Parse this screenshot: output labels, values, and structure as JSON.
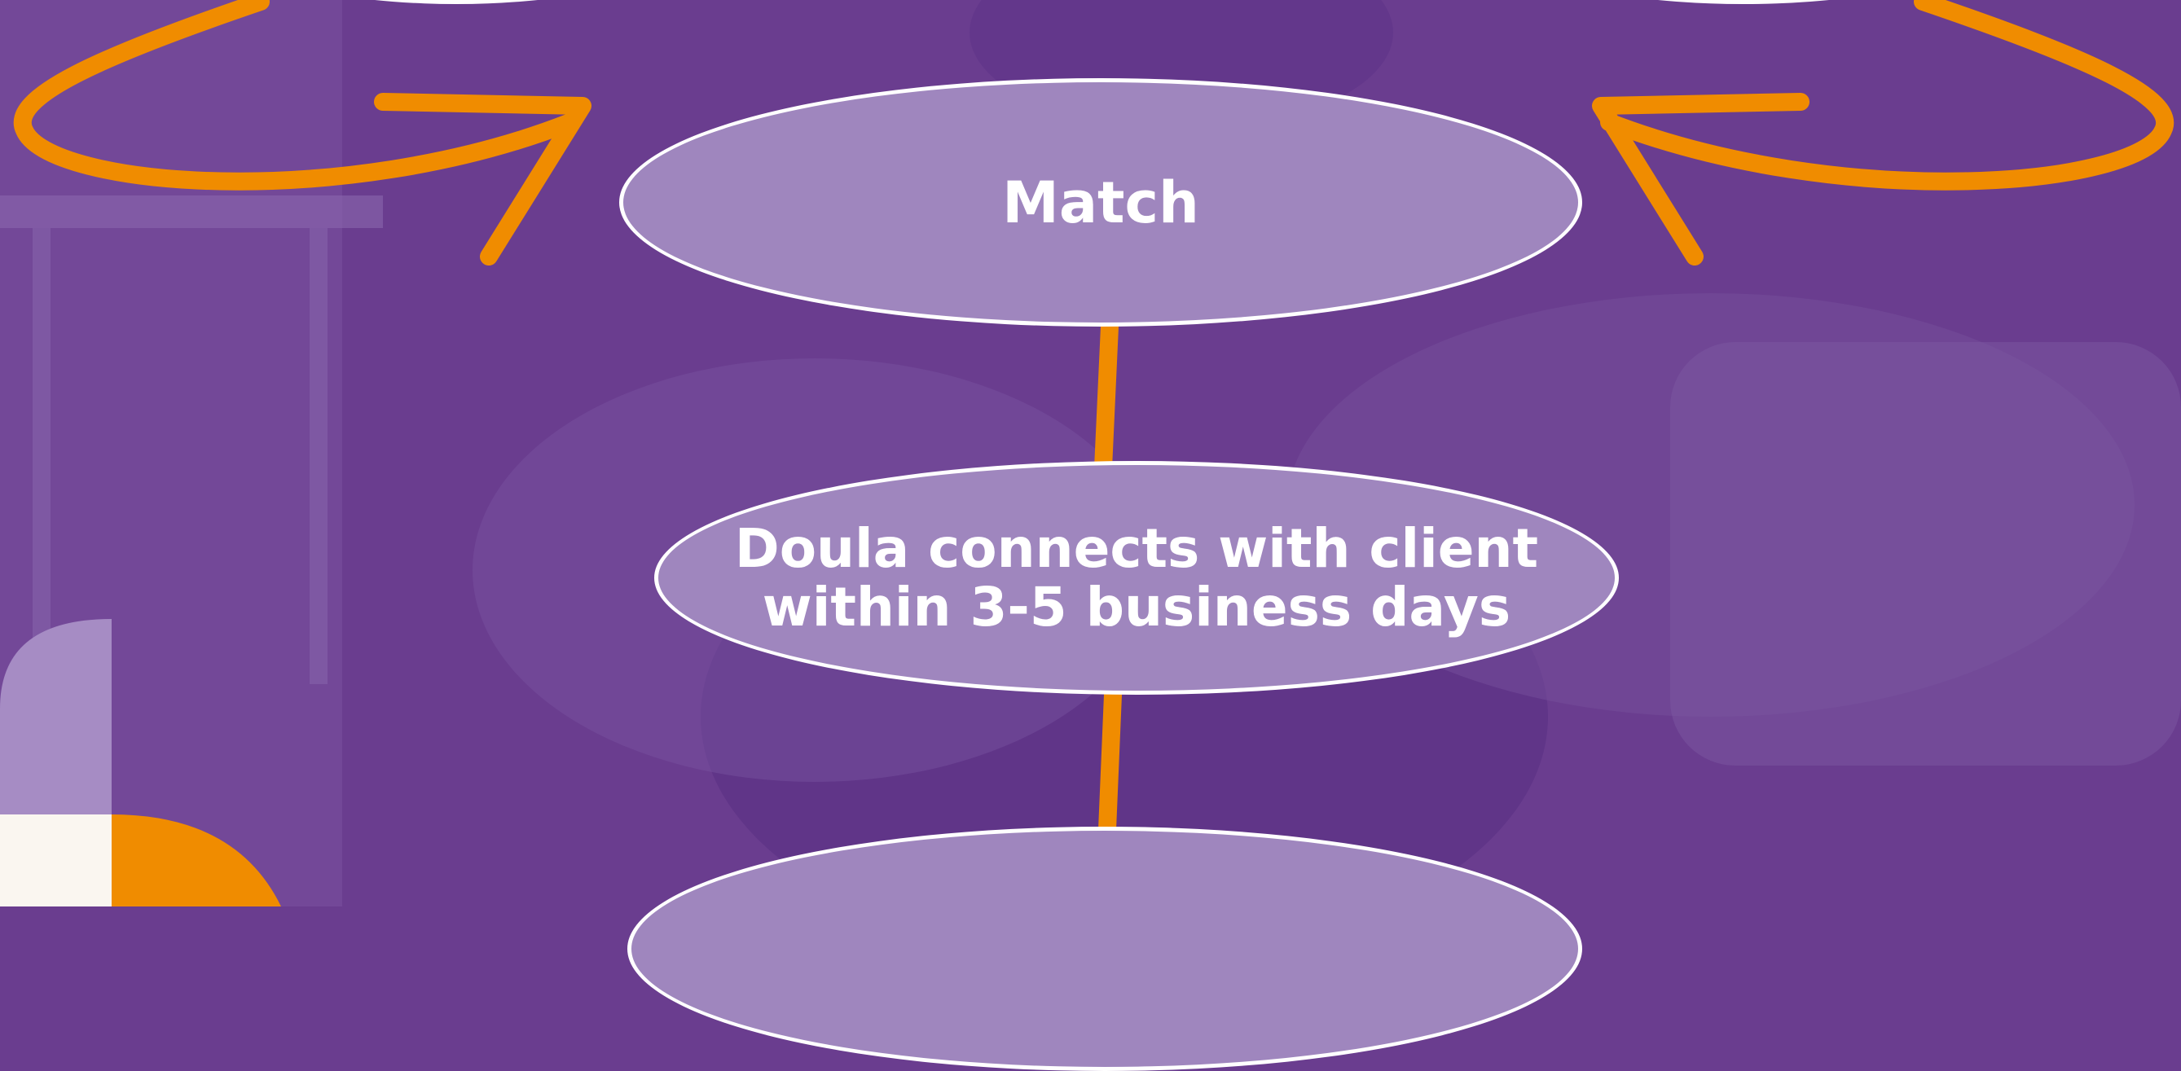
{
  "colors": {
    "background": "#6a3d8f",
    "node_fill": "#9f86be",
    "node_border": "#ffffff",
    "arrow": "#f08c00",
    "cream": "#faf6f0",
    "light_purple": "#a68cc4"
  },
  "nodes": {
    "match": {
      "label": "Match"
    },
    "connect": {
      "line1": "Doula connects with client",
      "line2": "within 3-5 business days"
    },
    "bottom": {
      "label": ""
    }
  },
  "icons": [
    "curved-arrow-left-icon",
    "curved-arrow-right-icon",
    "down-arrow-icon"
  ]
}
